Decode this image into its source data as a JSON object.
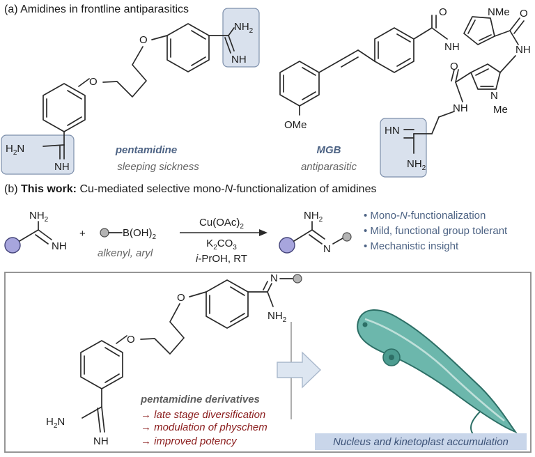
{
  "panel_a": {
    "title": "(a) Amidines in frontline antiparasitics",
    "pentamidine": {
      "name": "pentamidine",
      "use": "sleeping sickness"
    },
    "mgb": {
      "name": "MGB",
      "use": "antiparasitic"
    },
    "atoms": {
      "nh2": "NH",
      "nh": "NH",
      "o": "O",
      "h2n": "H",
      "n": "N",
      "nme": "NMe",
      "me": "Me",
      "ome": "OMe",
      "hn": "HN",
      "two": "2"
    }
  },
  "panel_b": {
    "title_bold": "This work:",
    "title_prefix": "(b) ",
    "title_rest_1": " Cu-mediated selective mono-",
    "title_italic": "N",
    "title_rest_2": "-functionalization of amidines",
    "reagent_boronic": "B(OH)",
    "reagent_boronic_sub": "2",
    "plus": "+",
    "reagent_scope": "alkenyl, aryl",
    "conditions": {
      "catalyst": "Cu(OAc)",
      "catalyst_sub": "2",
      "base": "K",
      "base_sub1": "2",
      "base_mid": "CO",
      "base_sub2": "3",
      "solvent_italic": "i",
      "solvent_rest": "-PrOH, RT"
    },
    "bullets": [
      {
        "pre": "• Mono-",
        "italic": "N",
        "post": "-functionalization"
      },
      {
        "pre": "• Mild, functional group tolerant",
        "italic": "",
        "post": ""
      },
      {
        "pre": "• Mechanistic insight",
        "italic": "",
        "post": ""
      }
    ]
  },
  "panel_c": {
    "derivatives_title": "pentamidine derivatives",
    "derivative_items": [
      "→ late stage diversification",
      "→ modulation of physchem",
      "→ improved potency"
    ],
    "nucleus_label": "Nucleus and kinetoplast accumulation",
    "colors": {
      "parasite_fill": "#6cb7ac",
      "parasite_stroke": "#2d6f66",
      "arrow_fill": "#dde6f1",
      "label_box": "#c9d6ea"
    }
  }
}
